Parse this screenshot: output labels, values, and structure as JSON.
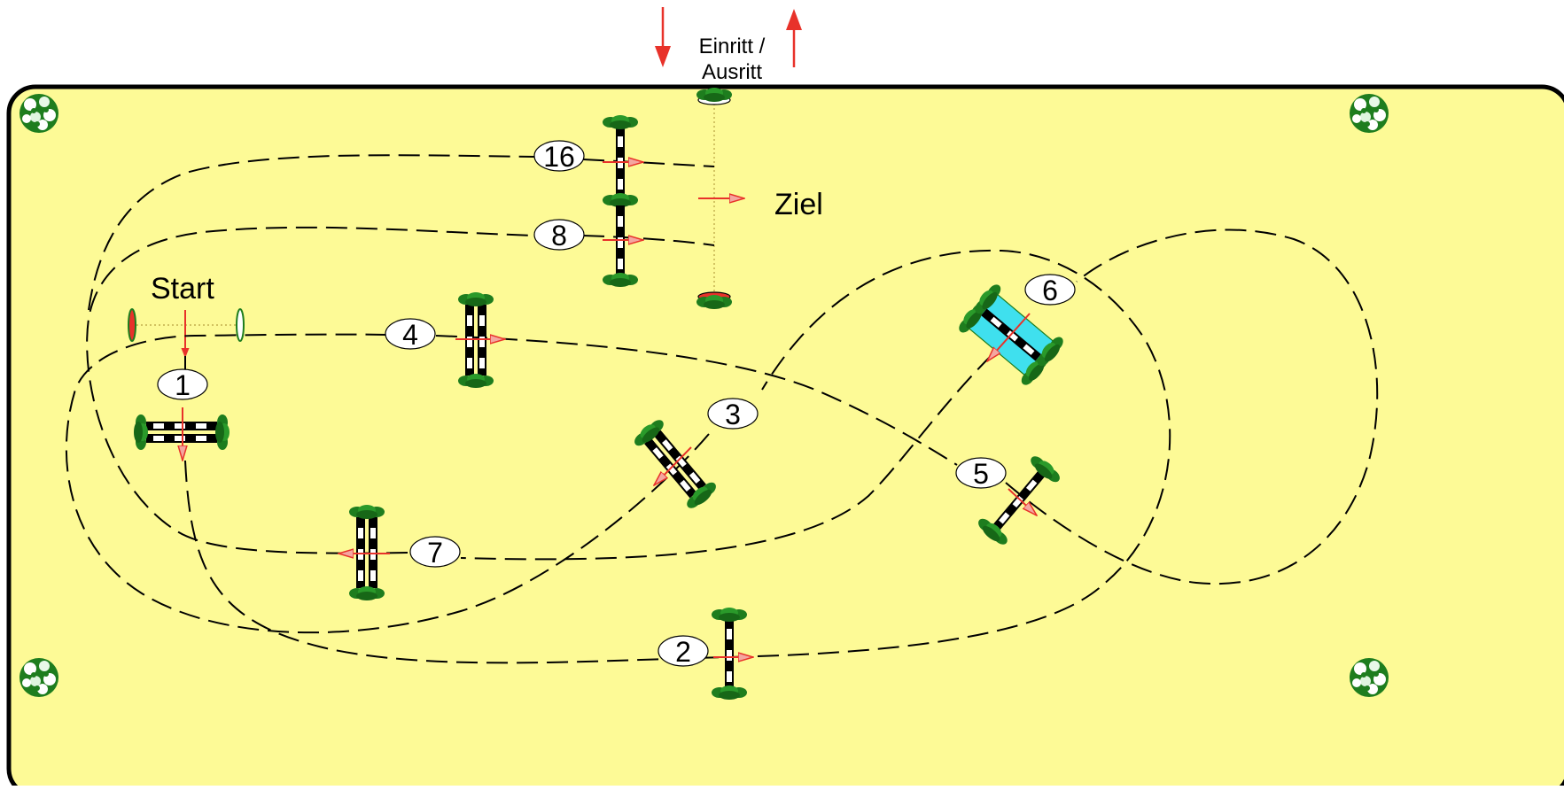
{
  "labels": {
    "entrance_line1": "Einritt /",
    "entrance_line2": "Ausritt",
    "finish": "Ziel",
    "start": "Start"
  },
  "obstacles": [
    {
      "id": "1",
      "label": "1",
      "type": "oxer"
    },
    {
      "id": "2",
      "label": "2",
      "type": "vertical"
    },
    {
      "id": "3",
      "label": "3",
      "type": "oxer"
    },
    {
      "id": "4",
      "label": "4",
      "type": "oxer"
    },
    {
      "id": "5",
      "label": "5",
      "type": "vertical"
    },
    {
      "id": "6",
      "label": "6",
      "type": "water-oxer"
    },
    {
      "id": "7",
      "label": "7",
      "type": "oxer"
    },
    {
      "id": "8",
      "label": "8",
      "type": "vertical"
    },
    {
      "id": "16",
      "label": "16",
      "type": "vertical"
    }
  ],
  "colors": {
    "arena_fill": "#fdfa96",
    "arena_border": "#000000",
    "arrow_red": "#e8322a",
    "bush_green": "#1e7d1e",
    "water_cyan": "#3fe0ee"
  },
  "icons": [
    "entry-arrow-icon",
    "exit-arrow-icon",
    "flower-bed-icon",
    "jump-direction-arrow-icon"
  ]
}
